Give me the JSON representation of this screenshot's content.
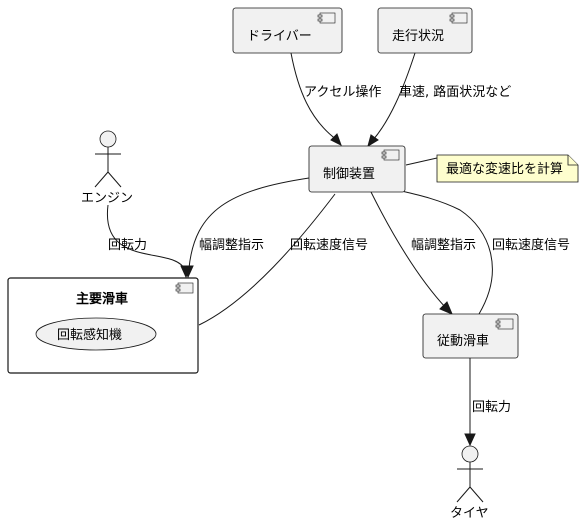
{
  "components": {
    "driver": "ドライバー",
    "driving_status": "走行状況",
    "controller": "制御装置",
    "main_pulley": "主要滑車",
    "rotation_sensor": "回転感知機",
    "driven_pulley": "従動滑車"
  },
  "actors": {
    "engine": "エンジン",
    "tire": "タイヤ"
  },
  "note": "最適な変速比を計算",
  "edges": {
    "accelerator": "アクセル操作",
    "speed_road": "車速, 路面状況など",
    "engine_rotation": "回転力",
    "main_width_cmd": "幅調整指示",
    "main_speed_signal": "回転速度信号",
    "driven_width_cmd": "幅調整指示",
    "driven_speed_signal": "回転速度信号",
    "tire_rotation": "回転力"
  }
}
